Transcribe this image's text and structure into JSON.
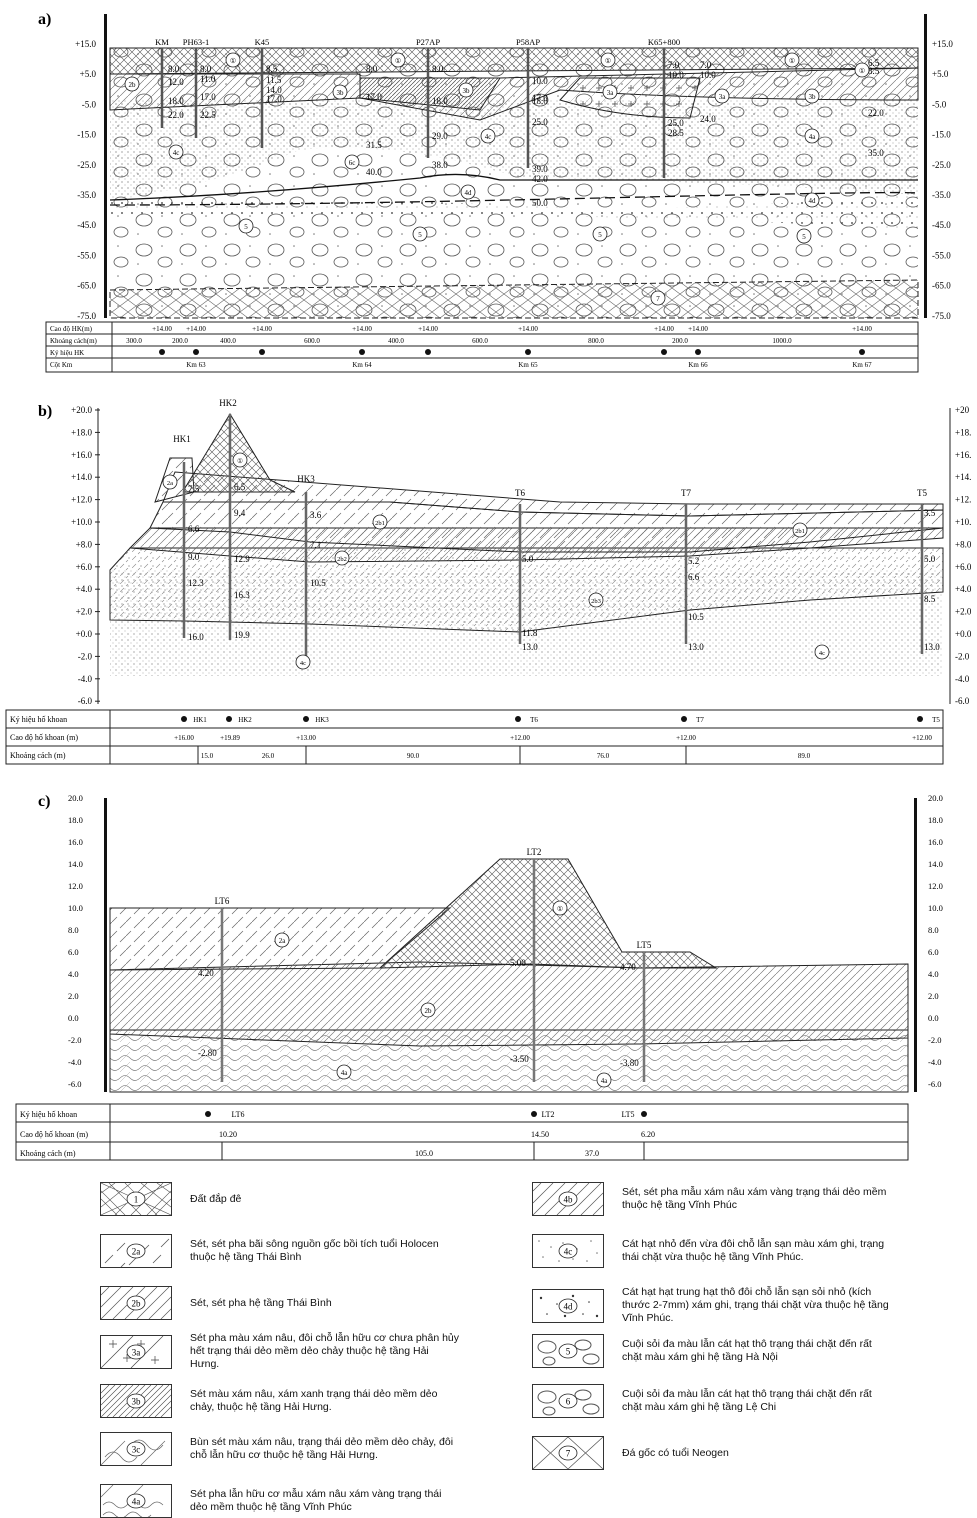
{
  "panels": {
    "a": {
      "label": "a)",
      "y_ticks": [
        "+15.0",
        "+5.0",
        "-5.0",
        "-15.0",
        "-25.0",
        "-35.0",
        "-45.0",
        "-55.0",
        "-65.0",
        "-75.0"
      ],
      "boreholes": [
        "KM",
        "PH63-1",
        "K45",
        "P27AP",
        "P58AP",
        "K65+800"
      ],
      "layer_tags": [
        "①",
        "①",
        "①",
        "①",
        "①",
        "2b",
        "3b",
        "3b",
        "3a",
        "3a",
        "3b",
        "4a",
        "4c",
        "4c",
        "6c",
        "4d",
        "4d",
        "5",
        "5",
        "5",
        "5",
        "7"
      ],
      "depth_labels": [
        "8.0",
        "12.0",
        "18.0",
        "22.0",
        "8.0",
        "11.0",
        "17.0",
        "22.5",
        "8.5",
        "11.5",
        "14.0",
        "17.0",
        "8.0",
        "17.0",
        "31.5",
        "40.0",
        "8.0",
        "18.0",
        "29.0",
        "38.0",
        "10.0",
        "17.0",
        "18.0",
        "25.0",
        "39.0",
        "42.0",
        "50.0",
        "7.0",
        "10.0",
        "25.0",
        "28.5",
        "7.0",
        "10.0",
        "24.0",
        "22.0",
        "35.0",
        "6.5",
        "8.5"
      ],
      "table_rows": [
        {
          "label": "Cao độ HK(m)",
          "cells": [
            "+14.00",
            "+14.00",
            "+14.00",
            "+14.00",
            "+14.00",
            "+14.00",
            "+14.00",
            "+14.00",
            "+14.00"
          ]
        },
        {
          "label": "Khoảng cách(m)",
          "cells": [
            "300.0",
            "200.0",
            "400.0",
            "600.0",
            "400.0",
            "600.0",
            "800.0",
            "200.0",
            "1000.0"
          ]
        },
        {
          "label": "Ký hiệu HK",
          "cells": []
        },
        {
          "label": "Cột Km",
          "cells": [
            "Km 63",
            "Km 64",
            "Km 65",
            "Km 66",
            "Km 67"
          ]
        }
      ]
    },
    "b": {
      "label": "b)",
      "y_ticks": [
        "+20.0",
        "+18.0",
        "+16.0",
        "+14.0",
        "+12.0",
        "+10.0",
        "+8.0",
        "+6.0",
        "+4.0",
        "+2.0",
        "+0.0",
        "-2.0",
        "-4.0",
        "-6.0"
      ],
      "y_ticks_right": [
        "+20",
        "+18.",
        "+16.",
        "+14.",
        "+12.",
        "+10.",
        "+8.0",
        "+6.0",
        "+4.0",
        "+2.0",
        "+0.0",
        "-2.0",
        "-4.0",
        "-6.0"
      ],
      "boreholes": [
        "HK1",
        "HK2",
        "HK3",
        "T6",
        "T7",
        "T5"
      ],
      "layer_tags": [
        "2a",
        "①",
        "2b1",
        "2b1",
        "2b2",
        "2b3",
        "4c",
        "4c"
      ],
      "depth_labels": [
        "7.5",
        "6.5",
        "6.6",
        "9.4",
        "9.0",
        "12.9",
        "12.3",
        "16.3",
        "16.0",
        "19.9",
        "3.6",
        "7.1",
        "10.5",
        "5.0",
        "11.8",
        "13.0",
        "5.2",
        "6.6",
        "10.5",
        "13.0",
        "3.5",
        "5.0",
        "8.5",
        "13.0"
      ],
      "table_rows": [
        {
          "label": "Ký hiệu hố khoan",
          "cells": [
            "HK1",
            "HK2",
            "HK3",
            "T6",
            "T7",
            "T5"
          ]
        },
        {
          "label": "Cao độ hố khoan (m)",
          "cells": [
            "+16.00",
            "+19.89",
            "+13.00",
            "+12.00",
            "+12.00",
            "+12.00"
          ]
        },
        {
          "label": "Khoảng cách (m)",
          "cells": [
            "15.0",
            "26.0",
            "90.0",
            "76.0",
            "89.0"
          ]
        }
      ]
    },
    "c": {
      "label": "c)",
      "y_ticks": [
        "20.0",
        "18.0",
        "16.0",
        "14.0",
        "12.0",
        "10.0",
        "8.0",
        "6.0",
        "4.0",
        "2.0",
        "0.0",
        "-2.0",
        "-4.0",
        "-6.0"
      ],
      "boreholes": [
        "LT6",
        "LT2",
        "LT5"
      ],
      "layer_tags": [
        "2a",
        "①",
        "2b",
        "4a",
        "4a"
      ],
      "depth_labels": [
        "4.20",
        "-2.80",
        "5.00",
        "-3.50",
        "4.70",
        "-3.80"
      ],
      "table_rows": [
        {
          "label": "Ký hiệu hố khoan",
          "cells": [
            "LT6",
            "LT2",
            "LT5"
          ]
        },
        {
          "label": "Cao độ hố khoan (m)",
          "cells": [
            "10.20",
            "14.50",
            "6.20"
          ]
        },
        {
          "label": "Khoảng cách (m)",
          "cells": [
            "105.0",
            "37.0"
          ]
        }
      ]
    }
  },
  "legend": [
    {
      "tag": "1",
      "text": "Đất đắp đê",
      "pattern": "cross"
    },
    {
      "tag": "2a",
      "text": "Sét, sét pha bãi sông nguồn gốc bồi tích tuổi Holocen thuộc hệ tầng Thái Bình",
      "pattern": "dashdiag"
    },
    {
      "tag": "2b",
      "text": "Sét, sét pha hệ tầng Thái Bình",
      "pattern": "diag"
    },
    {
      "tag": "3a",
      "text": "Sét pha màu xám nâu, đôi chỗ lẫn hữu cơ chưa phân hủy hết trạng thái dẻo mềm dẻo chảy thuộc hệ tầng Hải Hưng.",
      "pattern": "plus"
    },
    {
      "tag": "3b",
      "text": "Sét màu xám nâu, xám xanh trạng thái dẻo mềm dẻo chảy, thuộc hệ tầng Hải Hưng.",
      "pattern": "densediag"
    },
    {
      "tag": "3c",
      "text": "Bùn sét màu xám nâu, trạng thái dẻo mềm dẻo chảy, đôi chỗ lẫn hữu cơ thuộc hệ tầng Hải Hưng.",
      "pattern": "wave"
    },
    {
      "tag": "4a",
      "text": "Sét pha lẫn hữu cơ mẫu xám nâu xám vàng trạng thái dẻo mềm thuộc hệ tầng Vĩnh Phúc",
      "pattern": "wavediag"
    },
    {
      "tag": "4b",
      "text": "Sét, sét pha mẫu xám nâu xám vàng trạng thái dẻo mềm thuộc hệ tầng Vĩnh Phúc",
      "pattern": "diag"
    },
    {
      "tag": "4c",
      "text": "Cát hạt nhỏ đến vừa đôi chỗ lẫn sạn màu xám ghi, trạng thái chặt vừa thuộc hệ tầng Vĩnh Phúc.",
      "pattern": "dots"
    },
    {
      "tag": "4d",
      "text": "Cát hạt hạt trung hạt thô đôi chỗ lẫn sạn sỏi nhỏ (kích thước 2-7mm) xám ghi, trạng thái chặt vừa thuộc hệ tầng Vĩnh Phúc.",
      "pattern": "sanddots"
    },
    {
      "tag": "5",
      "text": "Cuội sỏi đa màu lẫn cát hạt thô trạng thái chặt đến rất chặt màu xám ghi hệ tầng Hà Nội",
      "pattern": "pebbles"
    },
    {
      "tag": "6",
      "text": "Cuội sỏi đa màu lẫn cát hạt thô trạng thái chặt đến rất chặt màu xám ghi hệ tầng Lệ Chi",
      "pattern": "pebbles"
    },
    {
      "tag": "7",
      "text": "Đá gốc có tuổi Neogen",
      "pattern": "bigcross"
    }
  ]
}
